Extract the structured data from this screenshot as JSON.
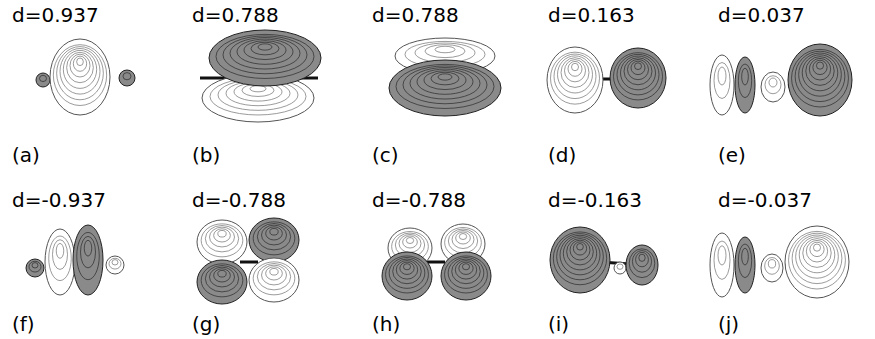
{
  "diagram": {
    "labels": [
      "d=0.937",
      "d=0.788",
      "d=0.788",
      "d=0.163",
      "d=0.037",
      "(a)",
      "(b)",
      "(c)",
      "(d)",
      "(e)",
      "d=-0.937",
      "d=-0.788",
      "d=-0.788",
      "d=-0.163",
      "d=-0.037",
      "(f)",
      "(g)",
      "(h)",
      "(i)",
      "(j)"
    ]
  }
}
